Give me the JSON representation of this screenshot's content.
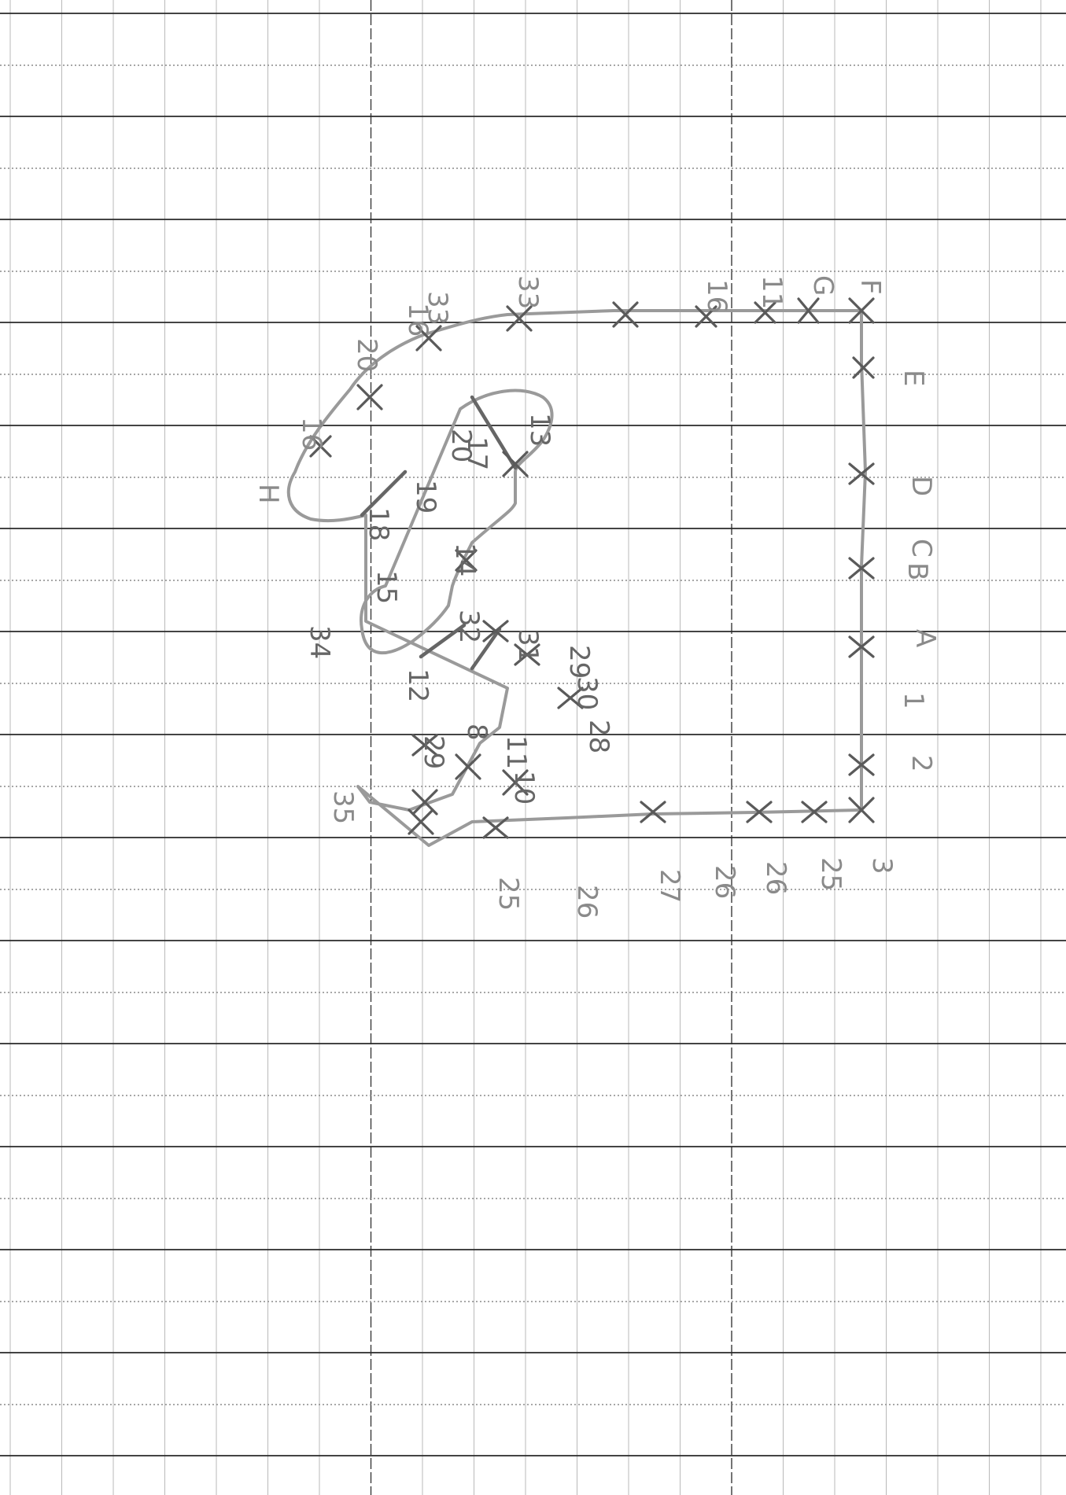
{
  "sheet": {
    "paper": "graph-paper",
    "pencil_color": "#9a9a9a",
    "line_color": "#2a2a2a"
  },
  "outer_loop": {
    "letters": [
      "A",
      "B",
      "C",
      "D",
      "E",
      "F",
      "G",
      "H"
    ],
    "numbers_top": [
      "33",
      "33",
      "16",
      "11"
    ],
    "numbers_left": [
      "16",
      "20",
      "16"
    ],
    "numbers_right": [
      "1",
      "2"
    ],
    "numbers_bottom": [
      "3",
      "25",
      "26",
      "26",
      "27",
      "26",
      "25",
      "35"
    ]
  },
  "inner_loop": {
    "numbers": [
      "17",
      "18",
      "19",
      "20",
      "13",
      "14",
      "15",
      "34",
      "32",
      "31",
      "12",
      "29",
      "30",
      "28",
      "29",
      "8",
      "11",
      "10"
    ]
  }
}
